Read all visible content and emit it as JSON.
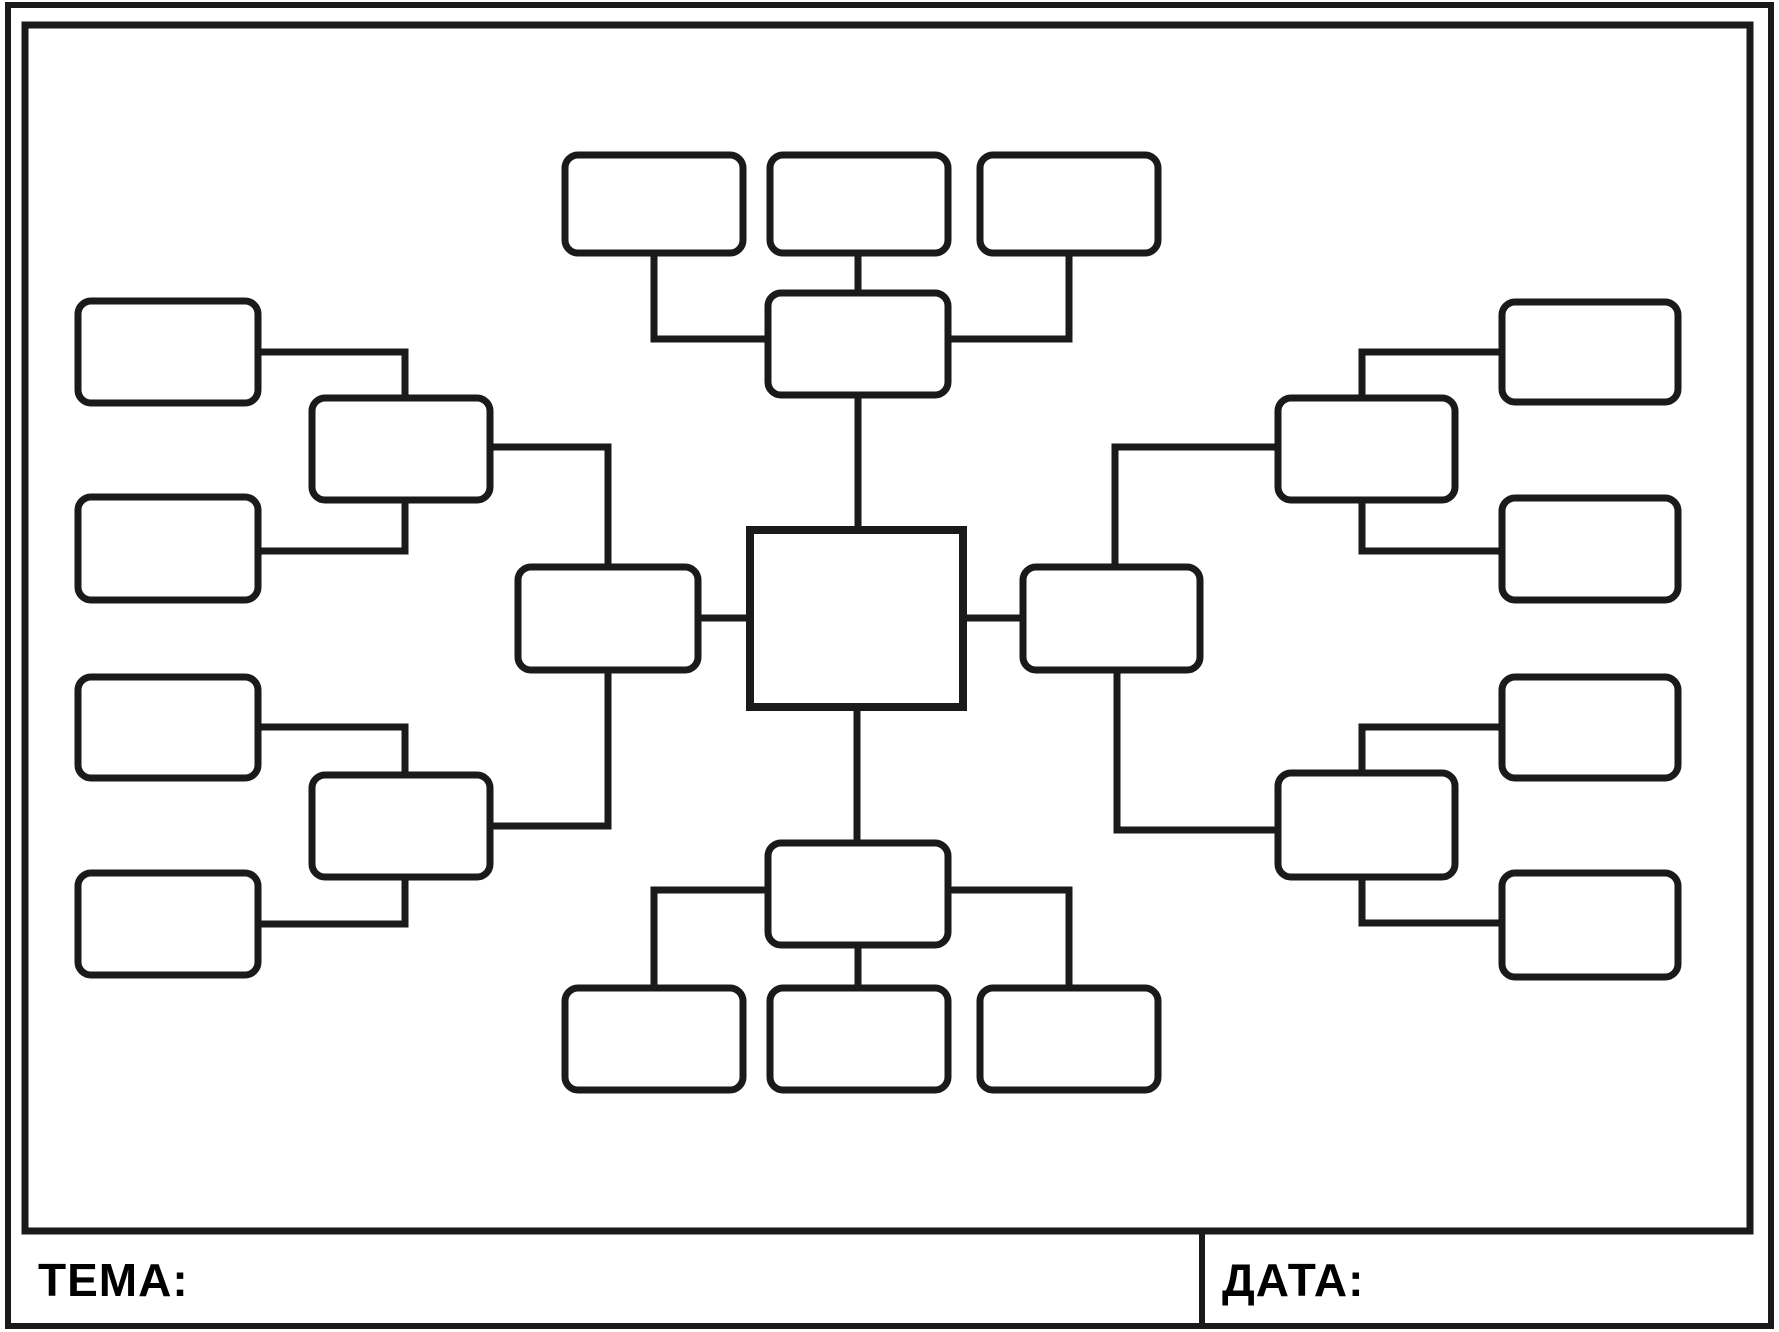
{
  "colors": {
    "line": "#1a1a1a",
    "text": "#000000",
    "background": "#ffffff"
  },
  "footer": {
    "topic_label": "ТЕМА:",
    "date_label": "ДАТА:"
  },
  "diagram": {
    "type": "blank-mind-map-worksheet",
    "box_count": 23,
    "nodes": {
      "center": "",
      "top_hub": "",
      "bottom_hub": "",
      "left_hub": "",
      "right_hub": "",
      "top_leaves": [
        "",
        "",
        ""
      ],
      "bottom_leaves": [
        "",
        "",
        ""
      ],
      "left_mid": [
        "",
        ""
      ],
      "left_leaves": [
        "",
        "",
        "",
        ""
      ],
      "right_mid": [
        "",
        ""
      ],
      "right_leaves": [
        "",
        "",
        "",
        ""
      ]
    }
  }
}
